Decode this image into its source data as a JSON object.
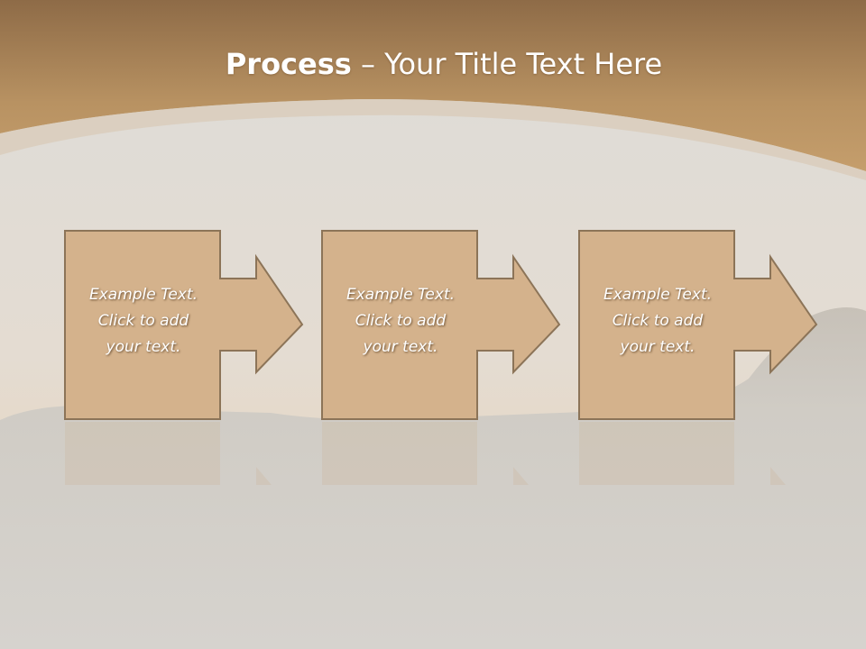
{
  "slide": {
    "title_bold": "Process",
    "title_rest": " – Your Title Text Here"
  },
  "steps": [
    {
      "text": "Example Text.\nClick  to add\nyour text."
    },
    {
      "text": "Example Text.\nClick  to add\nyour text."
    },
    {
      "text": "Example Text.\nClick  to add\nyour text."
    }
  ],
  "colors": {
    "header_band": "#b48f62",
    "box_fill": "#d4b28c",
    "box_stroke": "#8c7458",
    "background": "#dcdad6"
  }
}
